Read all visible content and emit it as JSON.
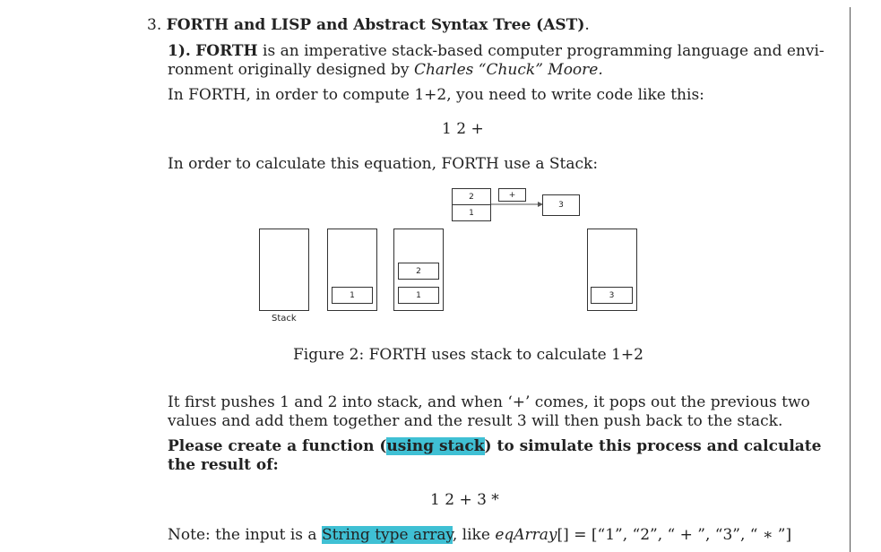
{
  "heading": {
    "number": "3.",
    "title": "FORTH and LISP and Abstract Syntax Tree (AST)",
    "period": "."
  },
  "section1": {
    "label": "1).",
    "term": "FORTH",
    "line1_rest": "is an imperative stack-based computer programming language and envi-",
    "line2_a": "ronment originally designed by",
    "line2_author": "Charles “Chuck” Moore",
    "line2_end": "."
  },
  "intro": "In FORTH, in order to compute 1+2, you need to write code like this:",
  "code1": "1 2 +",
  "stack_intro": "In order to calculate this equation, FORTH use a Stack:",
  "figure": {
    "cells": {
      "top2": "2",
      "top1": "1",
      "plus": "+",
      "result": "3",
      "stack2_bottom": "1",
      "stack3_top": "2",
      "stack3_bottom": "1",
      "stack4_bottom": "3"
    },
    "stack_label": "Stack",
    "caption": "Figure 2: FORTH uses stack to calculate 1+2"
  },
  "explain": {
    "line1": "It first pushes 1 and 2 into stack, and when ‘+’ comes, it pops out the previous two",
    "line2": "values and add them together and the result 3 will then push back to the stack."
  },
  "task": {
    "pre": "Please create a function (",
    "highlight": "using stack",
    "post": ") to simulate this process and calculate",
    "line2": "the result of:"
  },
  "code2": "1 2 + 3 *",
  "note": {
    "pre": "Note: the input is a",
    "highlight": "String type array",
    "mid": ", like",
    "var": "eqArray",
    "brackets": "[]",
    "rest": " = [“1”, “2”, “ + ”, “3”, “ ∗ ”]"
  },
  "colors": {
    "highlight": "#3fc0d4",
    "text": "#222222"
  }
}
